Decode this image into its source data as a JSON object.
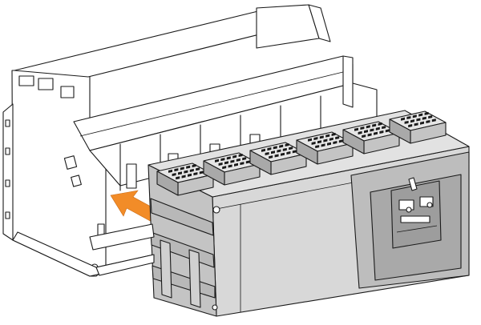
{
  "colors": {
    "outline": "#1a1a1a",
    "chassis": "#ffffff",
    "breaker_body": "#d8d8d8",
    "breaker_shade": "#c4c4c4",
    "breaker_dark": "#a9a9a9",
    "terminal_face": "#e6e6e6",
    "arrow": "#f28c28"
  },
  "icons": {
    "direction_arrow": "orange-insertion-arrow-icon",
    "terminal_grid": "terminal-grid-icon"
  },
  "diagram": {
    "terminal_block_count": 6,
    "grid_rows": 3,
    "grid_cols": 5
  }
}
